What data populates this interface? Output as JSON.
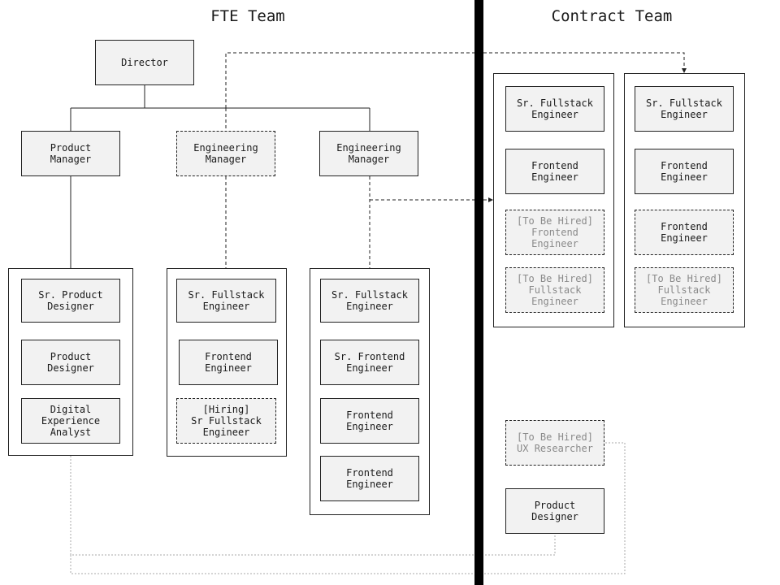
{
  "headers": {
    "fte": "FTE Team",
    "contract": "Contract Team"
  },
  "nodes": {
    "director": "Director",
    "product_manager": "Product\nManager",
    "eng_manager_open": "Engineering\nManager",
    "eng_manager": "Engineering\nManager",
    "pm_team": [
      "Sr. Product\nDesigner",
      "Product\nDesigner",
      "Digital\nExperience\nAnalyst"
    ],
    "em1_team": [
      "Sr. Fullstack\nEngineer",
      "Frontend\nEngineer",
      "[Hiring]\nSr Fullstack\nEngineer"
    ],
    "em2_team": [
      "Sr. Fullstack\nEngineer",
      "Sr. Frontend\nEngineer",
      "Frontend\nEngineer",
      "Frontend\nEngineer"
    ],
    "contract_a": [
      "Sr. Fullstack\nEngineer",
      "Frontend\nEngineer",
      "[To Be Hired]\nFrontend\nEngineer",
      "[To Be Hired]\nFullstack\nEngineer"
    ],
    "contract_b": [
      "Sr. Fullstack\nEngineer",
      "Frontend\nEngineer",
      "Frontend\nEngineer",
      "[To Be Hired]\nFullstack\nEngineer"
    ],
    "ux_researcher": "[To Be Hired]\nUX Researcher",
    "contract_product_designer": "Product\nDesigner"
  }
}
